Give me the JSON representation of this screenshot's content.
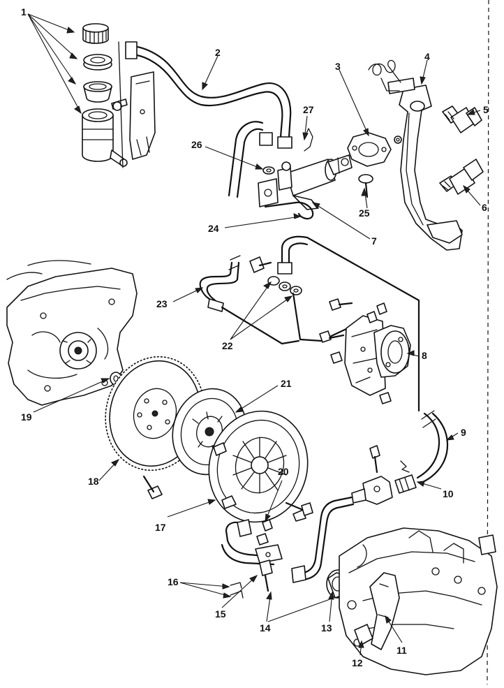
{
  "callouts": [
    {
      "n": "1"
    },
    {
      "n": "2"
    },
    {
      "n": "3"
    },
    {
      "n": "4"
    },
    {
      "n": "5"
    },
    {
      "n": "6"
    },
    {
      "n": "7"
    },
    {
      "n": "8"
    },
    {
      "n": "9"
    },
    {
      "n": "10"
    },
    {
      "n": "11"
    },
    {
      "n": "12"
    },
    {
      "n": "13"
    },
    {
      "n": "14"
    },
    {
      "n": "15"
    },
    {
      "n": "16"
    },
    {
      "n": "17"
    },
    {
      "n": "18"
    },
    {
      "n": "19"
    },
    {
      "n": "20"
    },
    {
      "n": "21"
    },
    {
      "n": "22"
    },
    {
      "n": "23"
    },
    {
      "n": "24"
    },
    {
      "n": "25"
    },
    {
      "n": "26"
    },
    {
      "n": "27"
    }
  ],
  "colors": {
    "ink": "#111111",
    "paper": "#ffffff"
  }
}
